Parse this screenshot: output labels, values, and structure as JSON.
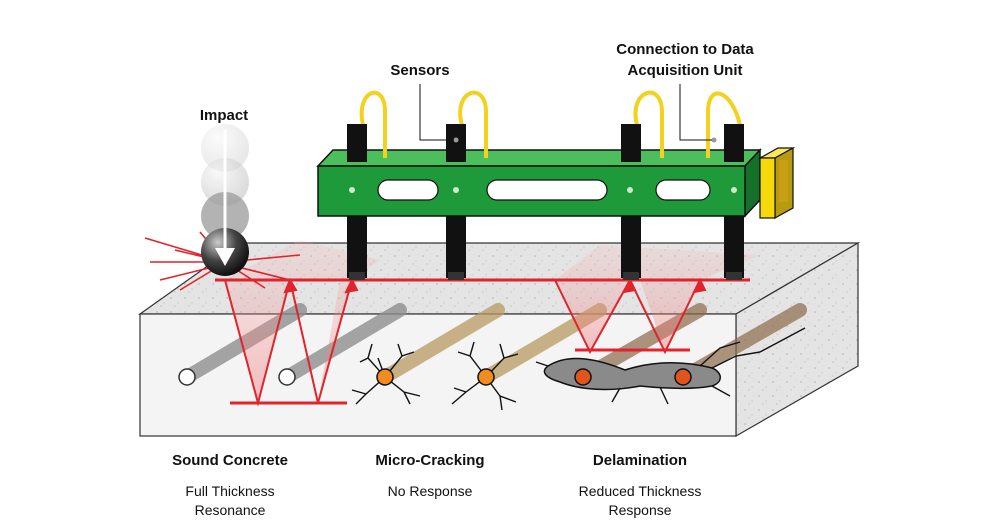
{
  "labels": {
    "impact": "Impact",
    "sensors": "Sensors",
    "connection_line1": "Connection to Data",
    "connection_line2": "Acquisition Unit"
  },
  "conditions": [
    {
      "title": "Sound Concrete",
      "desc_line1": "Full Thickness",
      "desc_line2": "Resonance"
    },
    {
      "title": "Micro-Cracking",
      "desc_line1": "No Response",
      "desc_line2": ""
    },
    {
      "title": "Delamination",
      "desc_line1": "Reduced Thickness",
      "desc_line2": "Response"
    }
  ],
  "colors": {
    "sensor_bar": "#1f9a3a",
    "cable": "#f2d21e",
    "connector": "#f5d90a",
    "wave": "#e0242c",
    "rebar": "#9a9a9a",
    "concrete": "#dcdcdc",
    "crack_defect": "#f28c1e",
    "delamination_defect": "#e0551e"
  },
  "icons": [
    "impact-ball-icon",
    "sensor-probe-icon",
    "rebar-icon",
    "crack-icon",
    "delamination-icon"
  ]
}
